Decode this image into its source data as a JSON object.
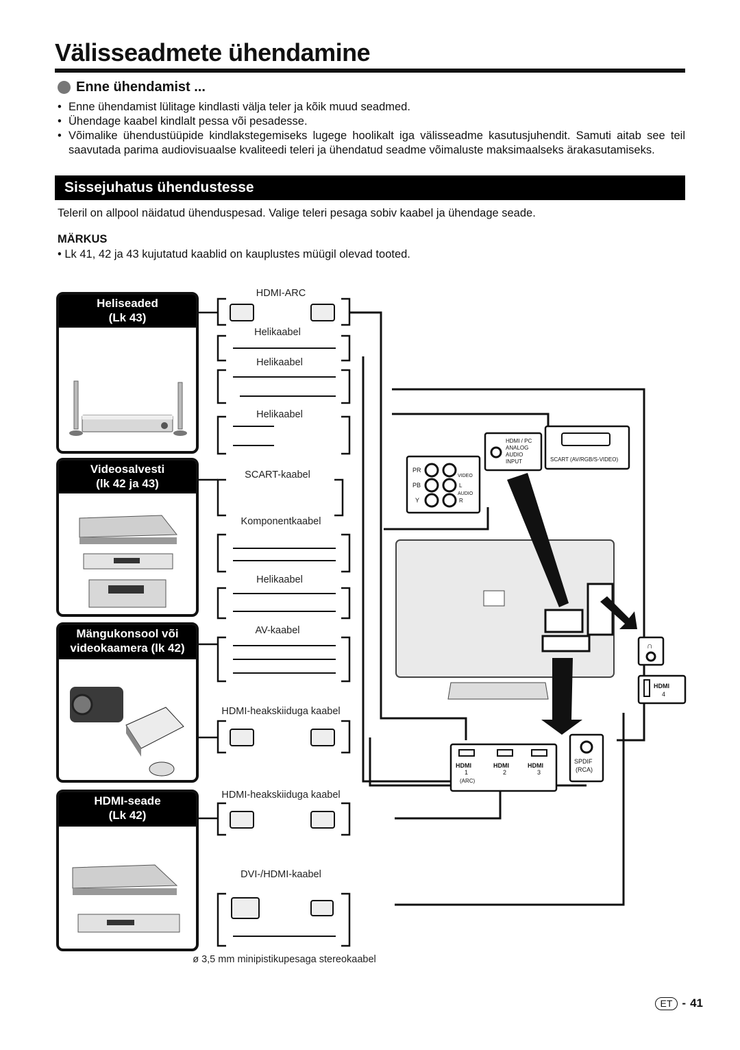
{
  "page_title": "Välisseadmete ühendamine",
  "before": {
    "heading": "Enne ühendamist ...",
    "bullets": [
      "Enne ühendamist lülitage kindlasti välja teler ja kõik muud seadmed.",
      "Ühendage kaabel kindlalt pessa või pesadesse.",
      "Võimalike ühendustüüpide kindlakstegemiseks lugege hoolikalt iga välisseadme kasutusjuhendit. Samuti aitab see teil saavutada parima audiovisuaalse kvaliteedi teleri ja ühendatud seadme võimaluste maksimaalseks ärakasutamiseks."
    ]
  },
  "section": {
    "heading": "Sissejuhatus ühendustesse",
    "intro": "Teleril on allpool näidatud ühenduspesad. Valige teleri pesaga sobiv kaabel ja ühendage seade.",
    "notes_heading": "MÄRKUS",
    "note": "Lk 41, 42 ja 43 kujutatud kaablid on kauplustes müügil olevad tooted."
  },
  "devices": [
    {
      "line1": "Heliseaded",
      "line2": "(Lk 43)"
    },
    {
      "line1": "Videosalvesti",
      "line2": "(lk 42 ja 43)"
    },
    {
      "line1": "Mängukonsool või",
      "line2": "videokaamera (lk 42)"
    },
    {
      "line1": "HDMI-seade",
      "line2": "(Lk 42)"
    }
  ],
  "cables": [
    "HDMI-ARC",
    "Helikaabel",
    "Helikaabel",
    "Helikaabel",
    "SCART-kaabel",
    "Komponentkaabel",
    "Helikaabel",
    "AV-kaabel",
    "HDMI-heakskiiduga kaabel",
    "HDMI-heakskiiduga kaabel",
    "DVI-/HDMI-kaabel"
  ],
  "minijack_note": "ø 3,5 mm minipistikupesaga stereokaabel",
  "terminals": {
    "hdmi_pc_audio": [
      "HDMI / PC",
      "ANALOG",
      "AUDIO",
      "INPUT"
    ],
    "scart": "SCART (AV/RGB/S-VIDEO)",
    "component": {
      "pr": "PR",
      "pb": "PB",
      "y": "Y",
      "video": "VIDEO",
      "l": "L",
      "audio": "AUDIO",
      "r": "R"
    },
    "hdmi_logo": "HDMI",
    "hdmi_numbers": [
      "1",
      "2",
      "3",
      "4"
    ],
    "arc": "(ARC)",
    "spdif": [
      "SPDIF",
      "(RCA)"
    ]
  },
  "footer": {
    "lang": "ET",
    "page": "41"
  }
}
